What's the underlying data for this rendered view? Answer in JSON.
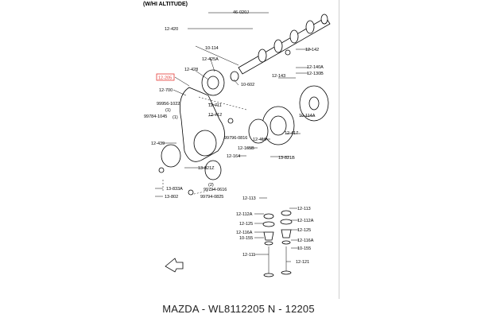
{
  "header": {
    "label": "(W/HI ALTITUDE)"
  },
  "footer": {
    "text": "MAZDA - WL8112205     N - 12205"
  },
  "highlight_color": "#e53935",
  "callouts": {
    "c46_020J": "46-020J",
    "c12_420": "12-420",
    "c10_114": "10-114",
    "c12_425A": "12-425A",
    "c12_428": "12-428",
    "c12_205": "12-205",
    "c12_700": "12-700",
    "c99956_1022": "99956-1022",
    "c1a": "(1)",
    "c99784_1045": "99784-1045",
    "c1b": "(1)",
    "c10_602": "10-602",
    "c12_142": "12-142",
    "c12_140A": "12-140A",
    "c12_130B": "12-130B",
    "c12_143": "12-143",
    "c12_711": "12-711",
    "c12_712": "12-712",
    "c10_114A": "10-114A",
    "c99796_0816": "99796-0816",
    "c12_417": "12-417",
    "c12_419": "12-419",
    "c12_165B": "12-165B",
    "c12_439": "12-439",
    "c12_164": "12-164",
    "c13_821B": "13-821B",
    "c13_821Z": "13-821Z",
    "c2": "(2)",
    "c99794_0616": "99794-0616",
    "c13_833A": "13-833A",
    "c13_802": "13-802",
    "c99794_0825": "99794-0825",
    "c12_113a": "12-113",
    "c12_113b": "12-113",
    "c12_112Aa": "12-112A",
    "c12_112Ab": "12-112A",
    "c12_125a": "12-125",
    "c12_125b": "12-125",
    "c12_116Aa": "12-116A",
    "c12_116Ab": "12-116A",
    "c10_155a": "10-155",
    "c10_155b": "10-155",
    "c12_111": "12-111",
    "c12_121": "12-121"
  }
}
